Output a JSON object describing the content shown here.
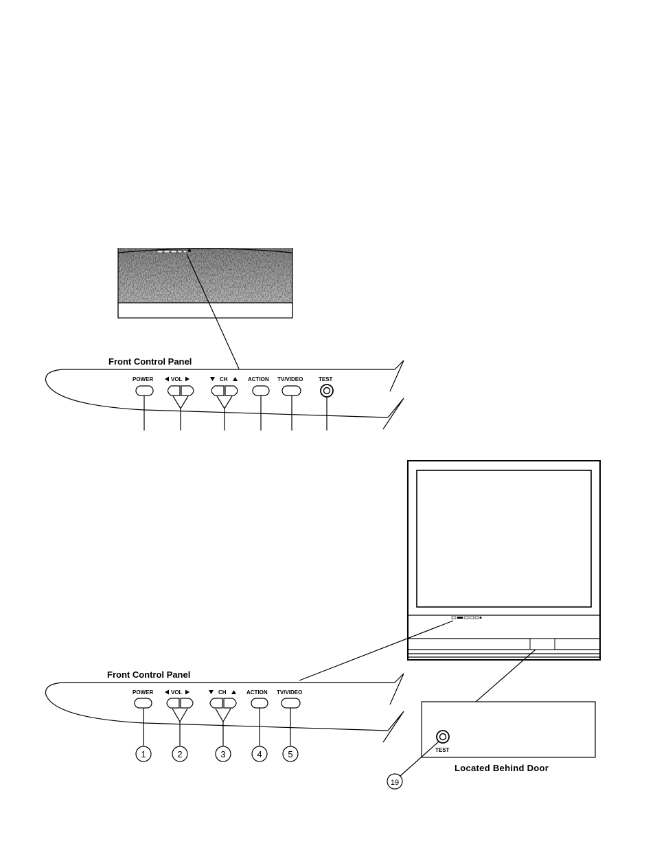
{
  "top_panel": {
    "title": "Front Control Panel",
    "buttons": {
      "power": "POWER",
      "vol": "VOL",
      "ch": "CH",
      "action": "ACTION",
      "tv_video": "TV/VIDEO",
      "test": "TEST"
    }
  },
  "bottom_panel": {
    "title": "Front Control Panel",
    "buttons": {
      "power": "POWER",
      "vol": "VOL",
      "ch": "CH",
      "action": "ACTION",
      "tv_video": "TV/VIDEO"
    },
    "callouts": [
      "1",
      "2",
      "3",
      "4",
      "5"
    ]
  },
  "door_inset": {
    "test_label": "TEST",
    "caption": "Located Behind Door",
    "callout": "19"
  },
  "icons": {
    "vol_left": "triangle-left-icon",
    "vol_right": "triangle-right-icon",
    "ch_down": "triangle-down-icon",
    "ch_up": "triangle-up-icon"
  }
}
